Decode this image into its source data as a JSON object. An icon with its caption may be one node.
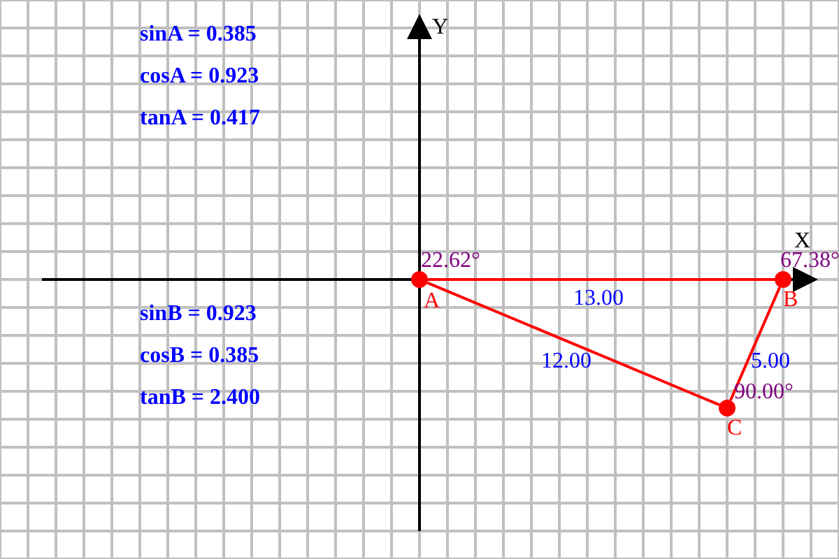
{
  "diagram": {
    "nodes": [
      {
        "text": [
          "A"
        ],
        "beside": [
          "22.62°"
        ]
      },
      {
        "text": [
          "B"
        ],
        "beside": [
          "67.38°"
        ]
      },
      {
        "text": [
          "C"
        ],
        "beside": [
          "90.00°"
        ]
      }
    ],
    "edges": [
      {
        "from": 0,
        "to": 1,
        "arrow": "none",
        "label": "13.00"
      },
      {
        "from": 0,
        "to": 2,
        "arrow": "none",
        "label": "12.00"
      },
      {
        "from": 1,
        "to": 2,
        "arrow": "none",
        "label": "5.00"
      }
    ],
    "labels": [
      "Y",
      "sinA = 0.385",
      "cosA = 0.923",
      "tanA = 0.417",
      "X",
      "sinB = 0.923",
      "cosB = 0.385",
      "tanB = 2.400"
    ]
  }
}
